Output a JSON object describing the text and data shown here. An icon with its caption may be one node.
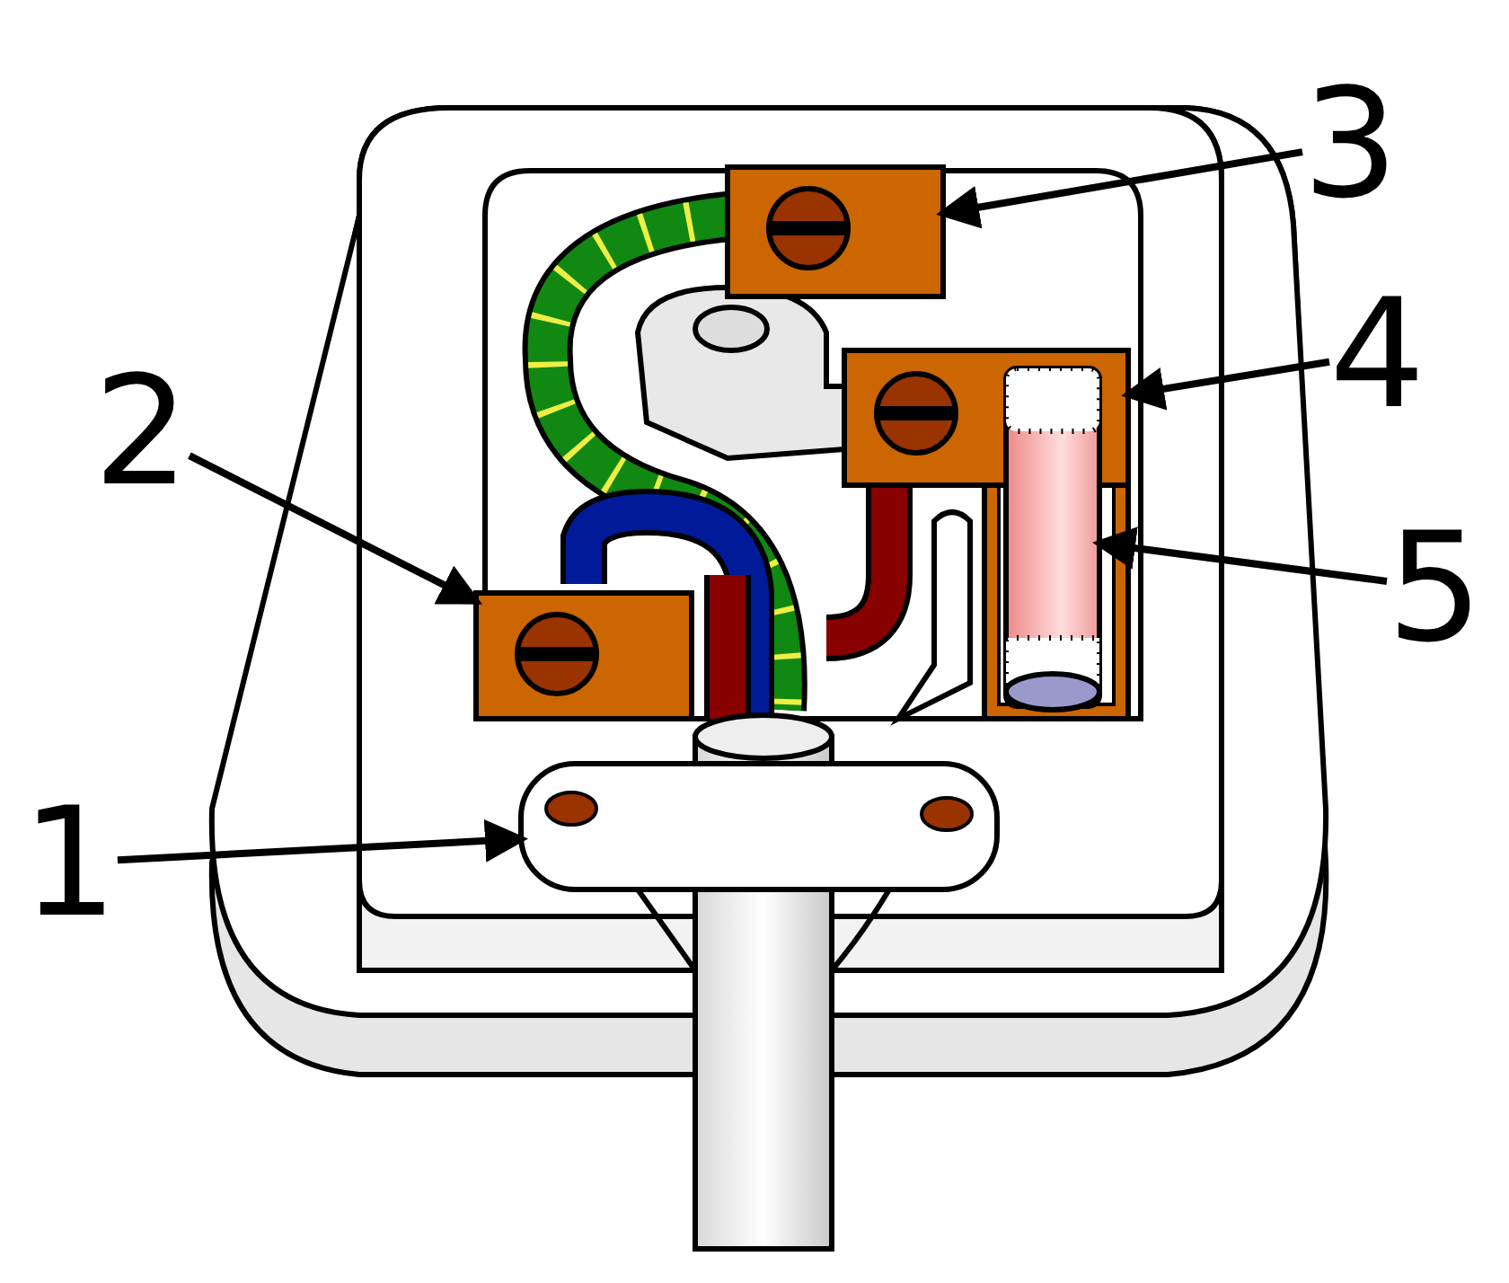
{
  "diagram": {
    "nodes": [
      {
        "text": [
          "3"
        ]
      },
      {
        "text": [
          "4"
        ]
      },
      {
        "text": [
          "2"
        ]
      },
      {
        "text": [
          "5"
        ]
      },
      {
        "text": [
          "1"
        ]
      },
      {
        "text": [],
        "shape": "box"
      },
      {
        "text": [],
        "shape": "box"
      },
      {
        "text": [],
        "shape": "cylinder"
      },
      {
        "text": [],
        "shape": "box"
      },
      {
        "text": [],
        "shape": "bar"
      }
    ],
    "edges": [
      {
        "from": 0,
        "to": 5,
        "arrow": "to"
      },
      {
        "from": 1,
        "to": 6,
        "arrow": "to"
      },
      {
        "from": 2,
        "to": 8,
        "arrow": "to"
      },
      {
        "from": 3,
        "to": 7,
        "arrow": "to"
      },
      {
        "from": 4,
        "to": 9,
        "arrow": "to"
      }
    ]
  }
}
